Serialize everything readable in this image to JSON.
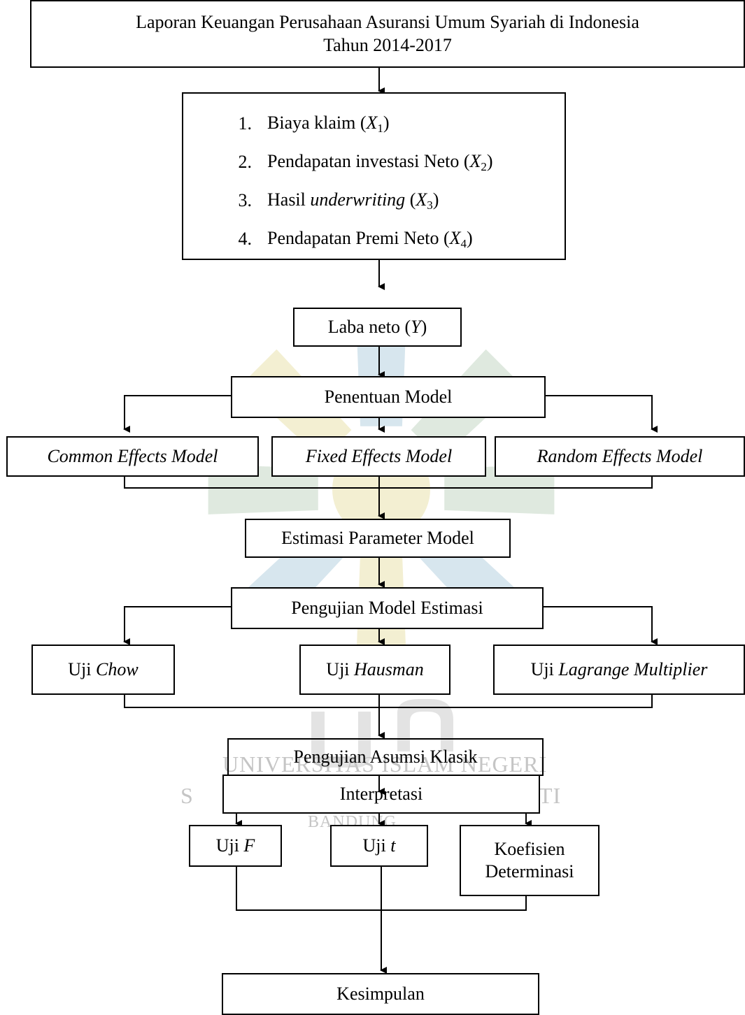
{
  "boxes": {
    "source": {
      "line1": "Laporan Keuangan Perusahaan Asuransi Umum Syariah di Indonesia",
      "line2": "Tahun 2014-2017"
    },
    "variables": [
      {
        "num": "1.",
        "text": "Biaya klaim (",
        "var": "X",
        "sub": "1",
        "close": ")"
      },
      {
        "num": "2.",
        "text": "Pendapatan investasi Neto (",
        "var": "X",
        "sub": "2",
        "close": ")"
      },
      {
        "num": "3.",
        "text": "Hasil ",
        "italic": "underwriting",
        "text2": " (",
        "var": "X",
        "sub": "3",
        "close": ")"
      },
      {
        "num": "4.",
        "text": "Pendapatan Premi Neto (",
        "var": "X",
        "sub": "4",
        "close": ")"
      }
    ],
    "laba": {
      "text": "Laba neto (",
      "var": "Y",
      "close": ")"
    },
    "penentuan": "Penentuan Model",
    "models": [
      "Common Effects Model",
      "Fixed Effects Model",
      "Random Effects Model"
    ],
    "estimasi": "Estimasi Parameter Model",
    "pengujian_model": "Pengujian Model Estimasi",
    "tests": [
      {
        "prefix": "Uji ",
        "name": "Chow"
      },
      {
        "prefix": "Uji ",
        "name": "Hausman"
      },
      {
        "prefix": "Uji ",
        "name": "Lagrange Multiplier"
      }
    ],
    "asumsi": "Pengujian Asumsi Klasik",
    "interpretasi": "Interpretasi",
    "uji_f": {
      "prefix": "Uji ",
      "name": "F"
    },
    "uji_t": {
      "prefix": "Uji ",
      "name": "t"
    },
    "koefisien": {
      "line1": "Koefisien",
      "line2": "Determinasi"
    },
    "kesimpulan": "Kesimpulan"
  },
  "watermark": {
    "line1": "UNIVERSITAS ISLAM NEGERI",
    "line2_left": "S",
    "line2_right": "TI",
    "line3": "BANDUNG",
    "colors": {
      "green": "#dfe9df",
      "blue": "#d7e6ee",
      "yellow": "#f3efd2"
    }
  }
}
